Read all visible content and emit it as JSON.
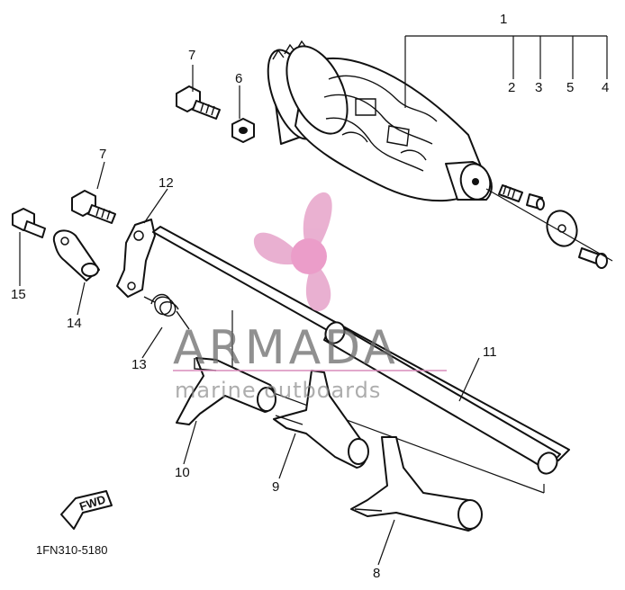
{
  "diagram": {
    "code": "1FN310-5180",
    "fwd_label": "FWD",
    "callouts": {
      "c1": "1",
      "c2": "2",
      "c3": "3",
      "c4": "4",
      "c5": "5",
      "c6": "6",
      "c7a": "7",
      "c7b": "7",
      "c8": "8",
      "c9": "9",
      "c10": "10",
      "c11": "11",
      "c12": "12",
      "c13": "13",
      "c14": "14",
      "c15": "15"
    }
  },
  "watermark": {
    "title": "ARMADA",
    "subtitle": "marine outboards",
    "logo": "propeller-logo",
    "colors": {
      "logo": "#e6a3c9",
      "logo_hub": "#e88dc0",
      "text": "#6b6b6b",
      "rule": "#d98bbb"
    }
  }
}
